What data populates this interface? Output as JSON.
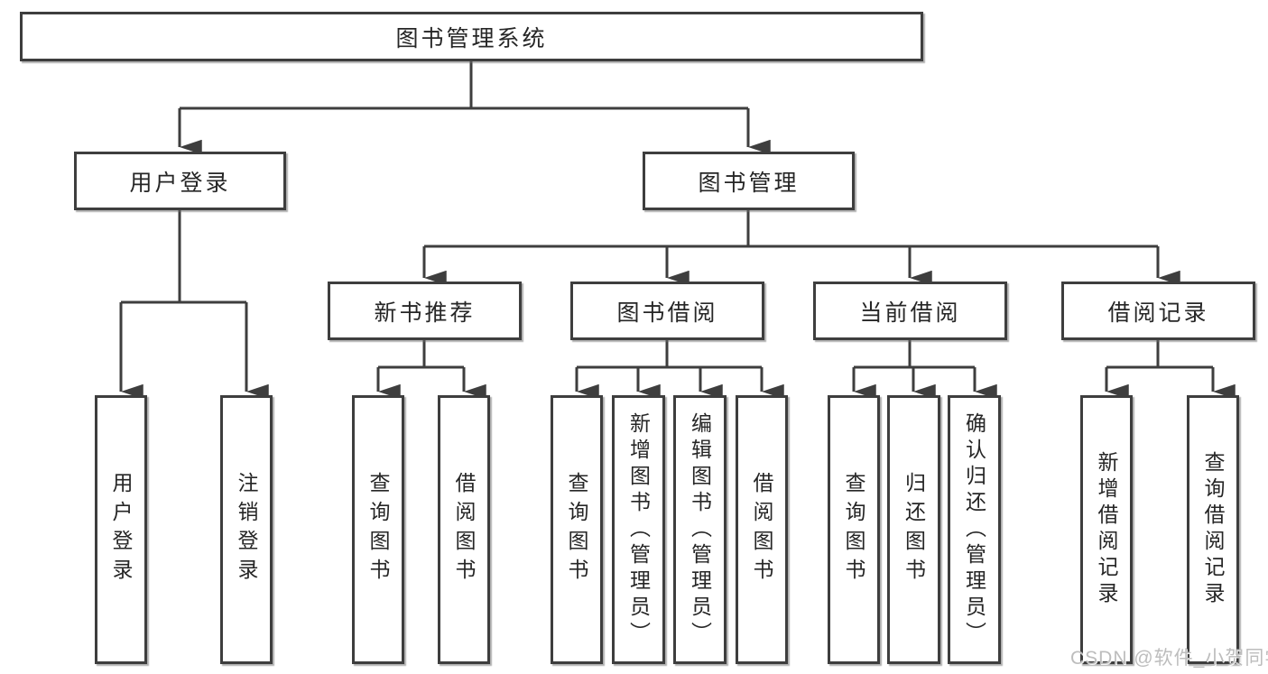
{
  "tree": {
    "label": "图书管理系统",
    "children": [
      {
        "label": "用户登录",
        "children": [
          {
            "label": "用户登录"
          },
          {
            "label": "注销登录"
          }
        ]
      },
      {
        "label": "图书管理",
        "children": [
          {
            "label": "新书推荐",
            "children": [
              {
                "label": "查询图书"
              },
              {
                "label": "借阅图书"
              }
            ]
          },
          {
            "label": "图书借阅",
            "children": [
              {
                "label": "查询图书"
              },
              {
                "label": "新增图书（管理员）"
              },
              {
                "label": "编辑图书（管理员）"
              },
              {
                "label": "借阅图书"
              }
            ]
          },
          {
            "label": "当前借阅",
            "children": [
              {
                "label": "查询图书"
              },
              {
                "label": "归还图书"
              },
              {
                "label": "确认归还（管理员）"
              }
            ]
          },
          {
            "label": "借阅记录",
            "children": [
              {
                "label": "新增借阅记录"
              },
              {
                "label": "查询借阅记录"
              }
            ]
          }
        ]
      }
    ]
  },
  "watermark": {
    "text": "CSDN @软件_小贺同学"
  },
  "colors": {
    "line": "#3e3e3e",
    "box_border": "#3e3e3e",
    "text": "#262626",
    "watermark": "#bdbdbd",
    "background": "#ffffff"
  }
}
